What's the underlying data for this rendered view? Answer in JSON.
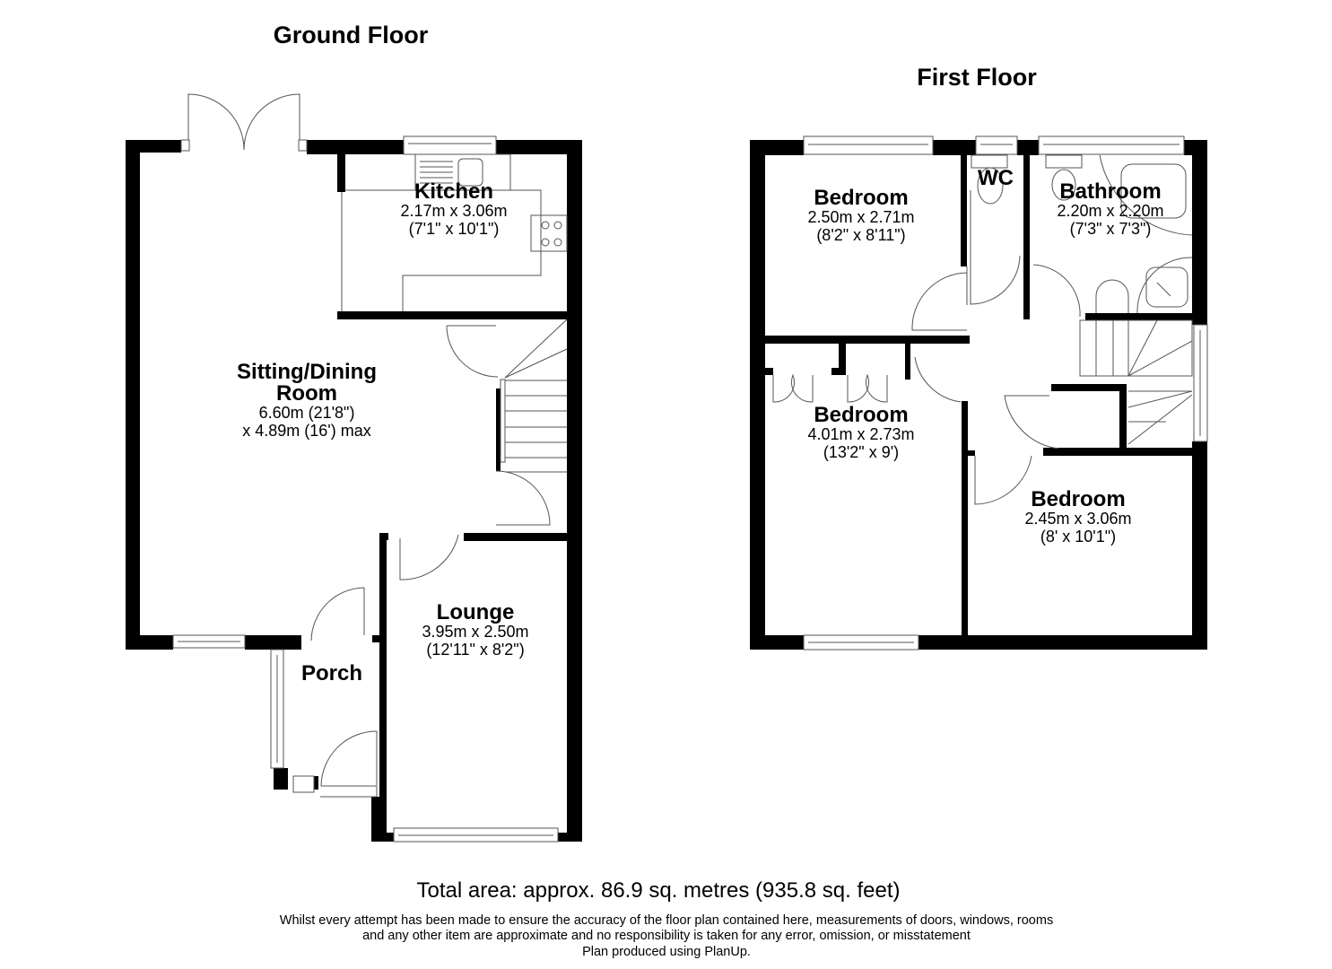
{
  "floors": [
    {
      "title": "Ground Floor",
      "rooms": [
        {
          "name": "Kitchen",
          "dim_metric": "2.17m x 3.06m",
          "dim_imperial": "(7'1\" x 10'1\")"
        },
        {
          "name": "Sitting/Dining",
          "name_line2": "Room",
          "dim_metric": "6.60m (21'8\")",
          "dim_imperial": "x 4.89m (16') max"
        },
        {
          "name": "Lounge",
          "dim_metric": "3.95m x 2.50m",
          "dim_imperial": "(12'11\" x 8'2\")"
        },
        {
          "name": "Porch"
        }
      ]
    },
    {
      "title": "First Floor",
      "rooms": [
        {
          "name": "Bedroom",
          "dim_metric": "2.50m x 2.71m",
          "dim_imperial": "(8'2\" x 8'11\")"
        },
        {
          "name": "WC"
        },
        {
          "name": "Bathroom",
          "dim_metric": "2.20m x 2.20m",
          "dim_imperial": "(7'3\" x 7'3\")"
        },
        {
          "name": "Bedroom",
          "dim_metric": "4.01m x 2.73m",
          "dim_imperial": "(13'2\" x 9')"
        },
        {
          "name": "Bedroom",
          "dim_metric": "2.45m x 3.06m",
          "dim_imperial": "(8' x 10'1\")"
        }
      ]
    }
  ],
  "footer": {
    "total_area": "Total area: approx. 86.9 sq. metres (935.8 sq. feet)",
    "disclaimer_line1": "Whilst every attempt has been made to ensure the accuracy of the floor plan contained here, measurements of doors, windows, rooms",
    "disclaimer_line2": "and any other item are approximate and no responsibility is taken for any error, omission, or misstatement",
    "disclaimer_line3": "Plan produced using PlanUp."
  },
  "colors": {
    "wall": "#000000",
    "fixture_line": "#555555",
    "background": "#ffffff"
  }
}
